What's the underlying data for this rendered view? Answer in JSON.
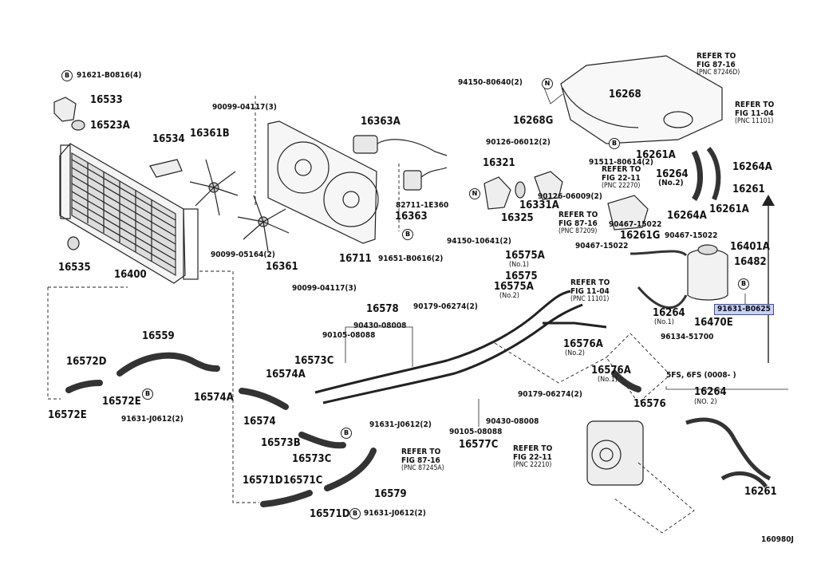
{
  "diagram_id": "160980J",
  "highlight_color": "#c8d0f4",
  "parts": {
    "p91621": "91621-B0816(4)",
    "p16533": "16533",
    "p16523A": "16523A",
    "p16534": "16534",
    "p16361B": "16361B",
    "p90099_04117_3": "90099-04117(3)",
    "p16363A": "16363A",
    "p16535": "16535",
    "p16400": "16400",
    "p90099_05164_2": "90099-05164(2)",
    "p16361": "16361",
    "p16711": "16711",
    "p90099_04117_3b": "90099-04117(3)",
    "p82711": "82711-1E360",
    "p16363": "16363",
    "p91651": "91651-B0616(2)",
    "p94150_80640": "94150-80640(2)",
    "p16268": "16268",
    "p16268G": "16268G",
    "p90126_06012": "90126-06012(2)",
    "p91511": "91511-80614(2)",
    "p16321": "16321",
    "p16331A": "16331A",
    "p16325": "16325",
    "p90126_06009": "90126-06009(2)",
    "p94150_10641": "94150-10641(2)",
    "p16261A_top": "16261A",
    "p16264A_top": "16264A",
    "p16264_no2": "16264",
    "p16264_no2_sub": "(No.2)",
    "p16261": "16261",
    "p16264A_mid": "16264A",
    "p16261A_mid": "16261A",
    "p16261G": "16261G",
    "p90467_15022_a": "90467-15022",
    "p90467_15022_b": "90467-15022",
    "p90467_15022_c": "90467-15022",
    "p16401A": "16401A",
    "p16482": "16482",
    "p91631_B0625": "91631-B0625",
    "p16470E": "16470E",
    "p16264_no1": "16264",
    "p16264_no1_sub": "(No.1)",
    "p96134": "96134-51700",
    "p16575A_1": "16575A",
    "p16575A_1_sub": "(No.1)",
    "p16575": "16575",
    "p16575A_2": "16575A",
    "p16575A_2_sub": "(No.2)",
    "p16578": "16578",
    "p90179_06274_a": "90179-06274(2)",
    "p90430_08008_a": "90430-08008",
    "p90105_08088_a": "90105-08088",
    "p16576A_2": "16576A",
    "p16576A_2_sub": "(No.2)",
    "p16576A_1": "16576A",
    "p16576A_1_sub": "(No.1)",
    "p16576": "16576",
    "p90179_06274_b": "90179-06274(2)",
    "p16559": "16559",
    "p16572D": "16572D",
    "p16572E_a": "16572E",
    "p16572E_b": "16572E",
    "p91631_J0612_a": "91631-J0612(2)",
    "p16574A": "16574A",
    "p16574A_b": "16574A",
    "p16574": "16574",
    "p16573C_a": "16573C",
    "p16573B": "16573B",
    "p16573C_b": "16573C",
    "p91631_J0612_b": "91631-J0612(2)",
    "p90430_08008_b": "90430-08008",
    "p90105_08088_b": "90105-08088",
    "p16577C": "16577C",
    "p16571D_a": "16571D",
    "p16571C": "16571C",
    "p16579": "16579",
    "p16571D_b": "16571D",
    "p91631_J0612_c": "91631-J0612(2)",
    "p16264_no2b": "16264",
    "p16264_no2b_sub": "(NO. 2)",
    "p16261_b": "16261",
    "p5fs": "5FS, 6FS (0008-        )"
  },
  "refs": {
    "r87_16_top": {
      "line1": "REFER TO",
      "line2": "FIG 87-16",
      "line3": "(PNC 87246D)"
    },
    "r11_04_top": {
      "line1": "REFER TO",
      "line2": "FIG 11-04",
      "line3": "(PNC 11101)"
    },
    "r22_11_top": {
      "line1": "REFER TO",
      "line2": "FIG 22-11",
      "line3": "(PNC 22270)"
    },
    "r87_16_mid": {
      "line1": "REFER TO",
      "line2": "FIG 87-16",
      "line3": "(PNC 87209)"
    },
    "r11_04_mid": {
      "line1": "REFER TO",
      "line2": "FIG 11-04",
      "line3": "(PNC 11101)"
    },
    "r87_16_bot": {
      "line1": "REFER TO",
      "line2": "FIG 87-16",
      "line3": "(PNC 87245A)"
    },
    "r22_11_bot": {
      "line1": "REFER TO",
      "line2": "FIG 22-11",
      "line3": "(PNC 22210)"
    }
  },
  "badges": {
    "b": "B",
    "n": "N"
  }
}
